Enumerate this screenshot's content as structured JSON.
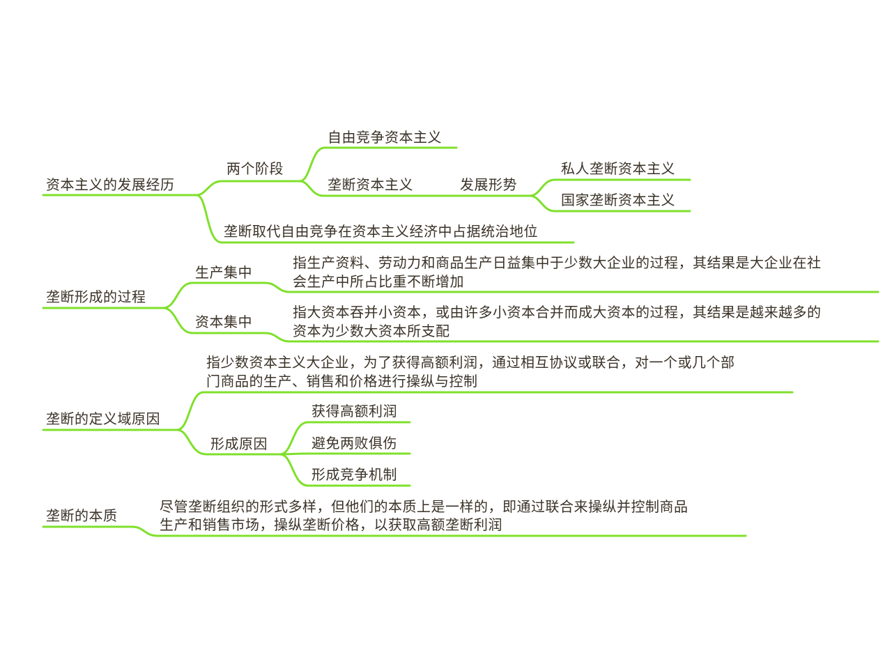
{
  "colors": {
    "line": "#7fe02b",
    "text": "#3a3227",
    "background": "#ffffff"
  },
  "sections": {
    "s1": {
      "root": "资本主义的发展经历",
      "stages": "两个阶段",
      "free": "自由竞争资本主义",
      "monopoly": "垄断资本主义",
      "trend": "发展形势",
      "private": "私人垄断资本主义",
      "state": "国家垄断资本主义",
      "replace": "垄断取代自由竞争在资本主义经济中占据统治地位"
    },
    "s2": {
      "root": "垄断形成的过程",
      "prod": "生产集中",
      "prod_desc_1": "指生产资料、劳动力和商品生产日益集中于少数大企业的过程，其结果是大企业在社",
      "prod_desc_2": "会生产中所占比重不断增加",
      "capital": "资本集中",
      "cap_desc_1": "指大资本吞并小资本，或由许多小资本合并而成大资本的过程，其结果是越来越多的",
      "cap_desc_2": "资本为少数大资本所支配"
    },
    "s3": {
      "root": "垄断的定义域原因",
      "def_1": "指少数资本主义大企业，为了获得高额利润，通过相互协议或联合，对一个或几个部",
      "def_2": "门商品的生产、销售和价格进行操纵与控制",
      "reasons": "形成原因",
      "r1": "获得高额利润",
      "r2": "避免两败俱伤",
      "r3": "形成竞争机制"
    },
    "s4": {
      "root": "垄断的本质",
      "desc_1": "尽管垄断组织的形式多样，但他们的本质上是一样的，即通过联合来操纵并控制商品",
      "desc_2": "生产和销售市场，操纵垄断价格，以获取高额垄断利润"
    }
  }
}
